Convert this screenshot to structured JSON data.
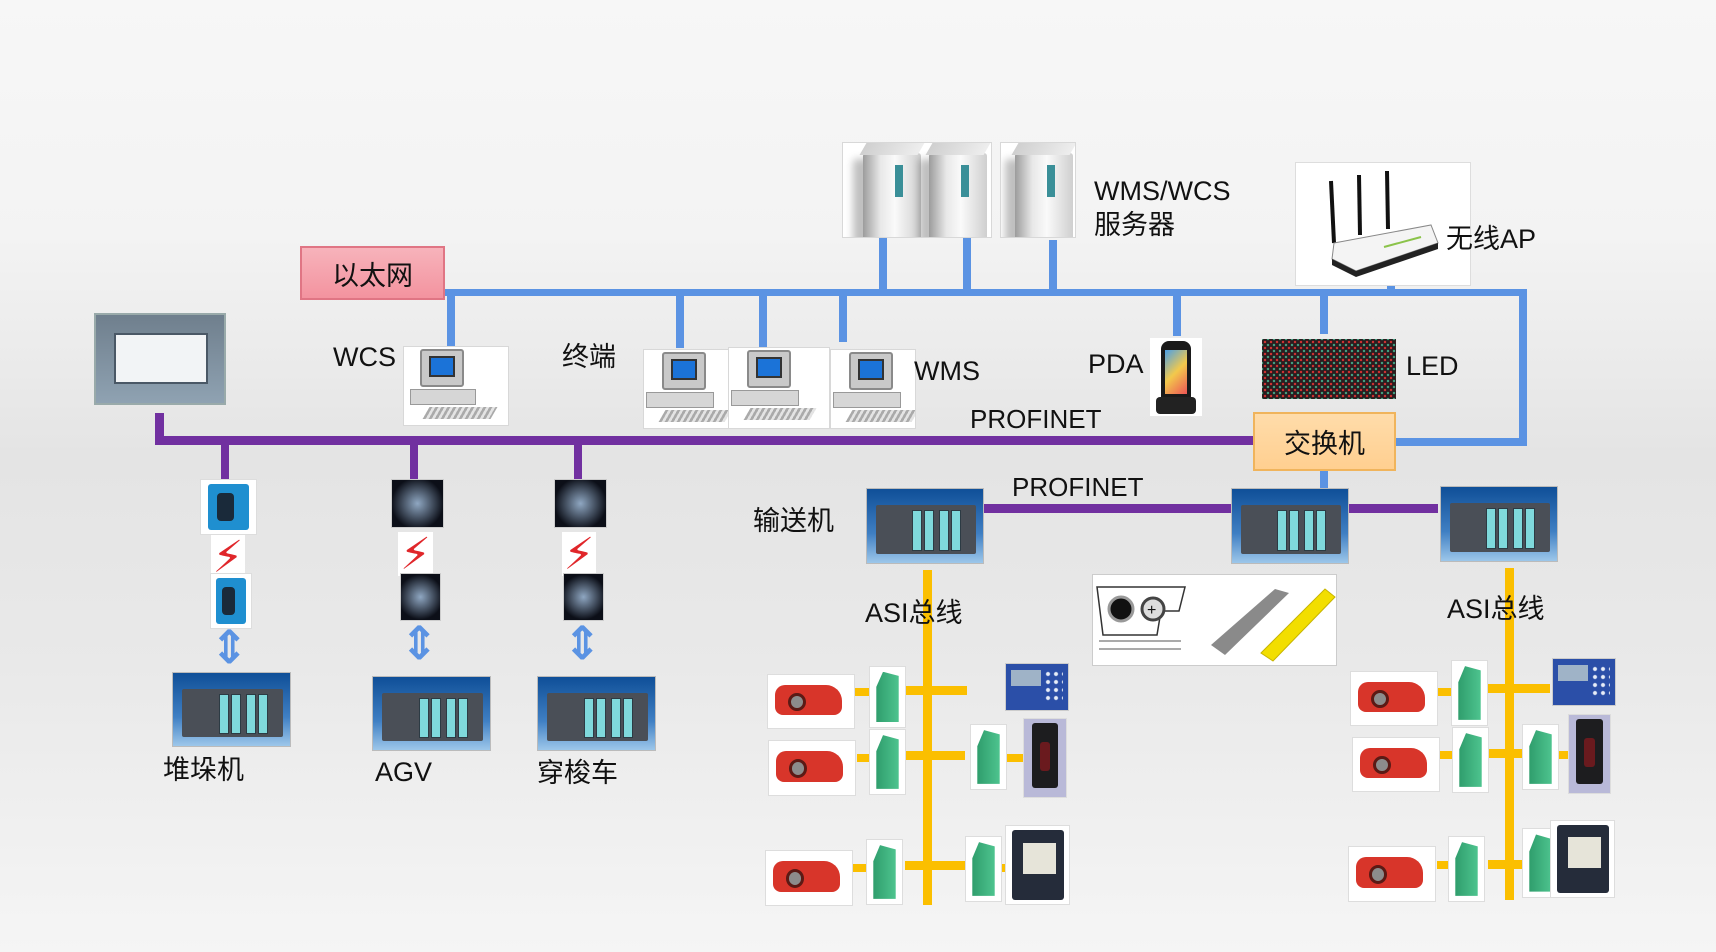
{
  "title": "仓储物流控制系统网络架构图",
  "network": {
    "ethernet_label": "以太网",
    "switch_label": "交换机",
    "profinet_upper_label": "PROFINET",
    "profinet_lower_label": "PROFINET",
    "asi_left_label": "ASI总线",
    "asi_right_label": "ASI总线"
  },
  "nodes": {
    "servers_label_line1": "WMS/WCS",
    "servers_label_line2": "服务器",
    "wireless_ap": "无线AP",
    "wcs": "WCS",
    "terminals": "终端",
    "wms": "WMS",
    "pda": "PDA",
    "led": "LED",
    "conveyor": "输送机",
    "stacker": "堆垛机",
    "agv": "AGV",
    "shuttle": "穿梭车"
  },
  "colors": {
    "ethernet": "#5b93e3",
    "profinet": "#7130a0",
    "asi": "#fbbf00",
    "ethernet_box": "#f59ba6",
    "switch_box": "#ffd59c"
  },
  "icons": {
    "wireless_link": "⚡",
    "bidirectional": "⇕"
  }
}
